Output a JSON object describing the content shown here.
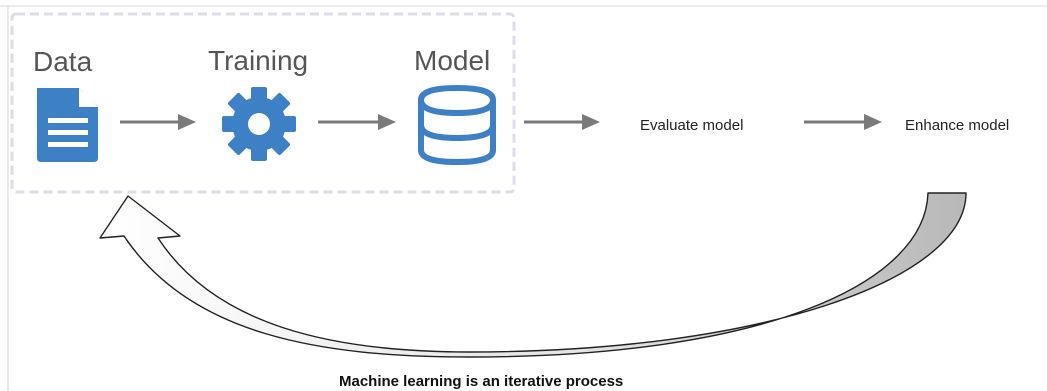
{
  "diagram": {
    "stages": {
      "data": "Data",
      "training": "Training",
      "model": "Model",
      "evaluate": "Evaluate model",
      "enhance": "Enhance model"
    },
    "caption": "Machine learning is an iterative process"
  },
  "colors": {
    "icon_blue": "#3d80c6",
    "arrow_gray": "#7a7a7a",
    "dashed_border": "#dcdde8",
    "loop_fill_dark": "#c9c9c9",
    "loop_fill_light": "#ffffff"
  },
  "icons": {
    "data": "document-icon",
    "training": "gear-icon",
    "model": "database-icon"
  }
}
